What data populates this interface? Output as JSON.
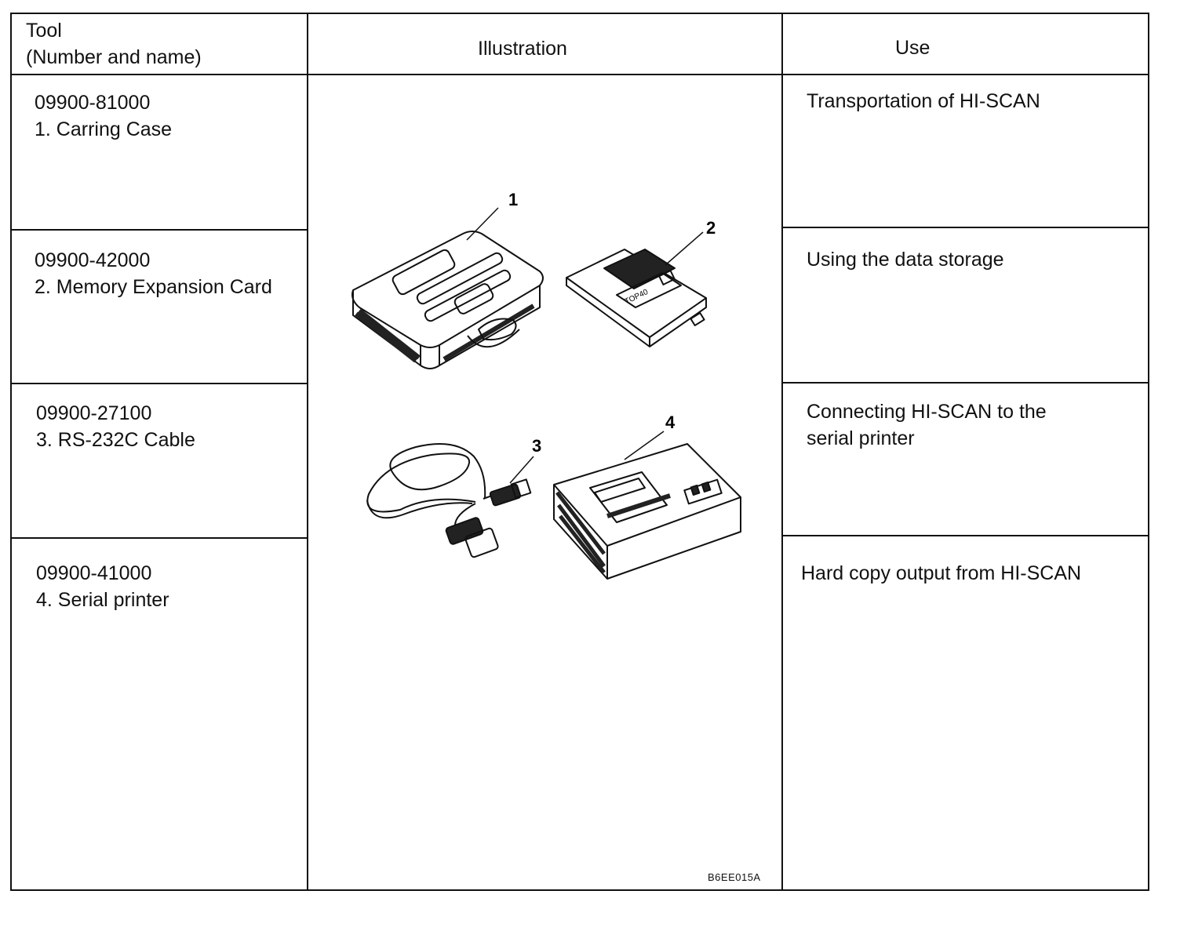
{
  "header": {
    "tool_line1": "Tool",
    "tool_line2": "(Number and name)",
    "illustration": "Illustration",
    "use": "Use"
  },
  "rows": [
    {
      "number": "09900-81000",
      "name": "1. Carring Case",
      "use_line1": "Transportation of HI-SCAN",
      "use_line2": ""
    },
    {
      "number": "09900-42000",
      "name": "2. Memory Expansion Card",
      "use_line1": "Using the data storage",
      "use_line2": ""
    },
    {
      "number": "09900-27100",
      "name": "3. RS-232C Cable",
      "use_line1": "Connecting HI-SCAN to the",
      "use_line2": "serial printer"
    },
    {
      "number": "09900-41000",
      "name": "4. Serial printer",
      "use_line1": "Hard copy output from HI-SCAN",
      "use_line2": ""
    }
  ],
  "illustration": {
    "callouts": [
      "1",
      "2",
      "3",
      "4"
    ],
    "card_label": "TOP40",
    "figure_code": "B6EE015A"
  }
}
